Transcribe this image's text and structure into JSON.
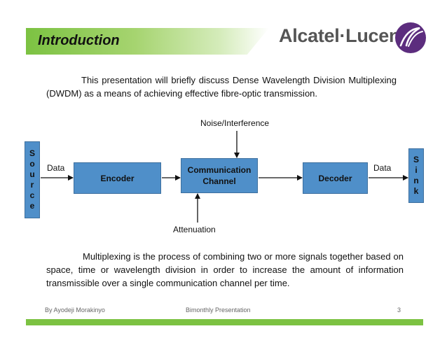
{
  "header": {
    "title": "Introduction",
    "logo_text": "Alcatel·Lucent",
    "accent_color": "#7cc242",
    "box_color": "#4f8fc9",
    "logo_color": "#5c2d7e"
  },
  "intro_paragraph": "This presentation will briefly discuss Dense Wavelength Division Multiplexing (DWDM) as a means of achieving effective fibre-optic transmission.",
  "diagram": {
    "source_letters": [
      "S",
      "o",
      "u",
      "r",
      "c",
      "e"
    ],
    "sink_letters": [
      "S",
      "i",
      "n",
      "k"
    ],
    "encoder": "Encoder",
    "channel_line1": "Communication",
    "channel_line2": "Channel",
    "decoder": "Decoder",
    "data_left": "Data",
    "data_right": "Data",
    "noise": "Noise/Interference",
    "attenuation": "Attenuation"
  },
  "body_paragraph": "Multiplexing is the process of combining two or more signals together based on space, time or wavelength division in order to increase the amount of information transmissible over a single communication channel per time.",
  "footer": {
    "author": "By Ayodeji Morakinyo",
    "center": "Bimonthly Presentation",
    "page": "3"
  }
}
